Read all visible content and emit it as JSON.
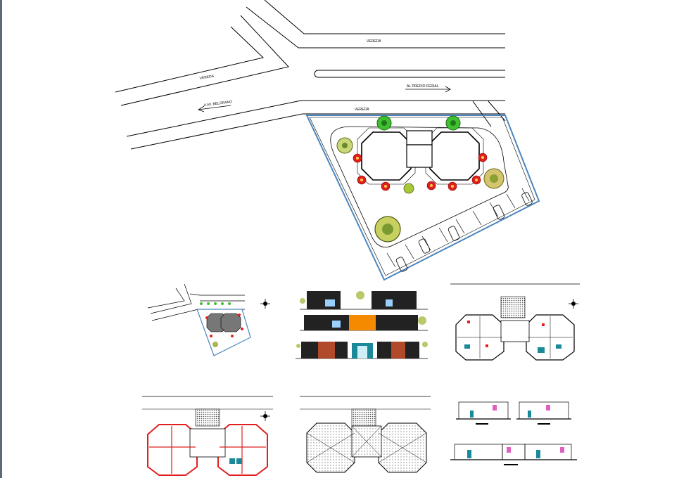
{
  "site_plan": {
    "labels": {
      "vereda_top": "VEREDA",
      "vereda_left": "VEREDA",
      "vereda_mid": "VEREDA",
      "arrow_right": "AL PREDIO FERIAL",
      "arrow_left": "A AV. BELGRANO"
    }
  },
  "colors": {
    "site_boundary": "#4a86c0",
    "tree_red": "#e02020",
    "tree_green": "#40c030",
    "tree_olive": "#a8b84a",
    "elevation_orange": "#f58a00",
    "elevation_brick": "#b04a2a",
    "floorplan_red": "#e02020",
    "roof_hatch": "#666666"
  },
  "sheets": [
    {
      "name": "site-thumbnail"
    },
    {
      "name": "elevations"
    },
    {
      "name": "floor-plan"
    },
    {
      "name": "structural-plan"
    },
    {
      "name": "roof-plan"
    },
    {
      "name": "sections"
    }
  ]
}
